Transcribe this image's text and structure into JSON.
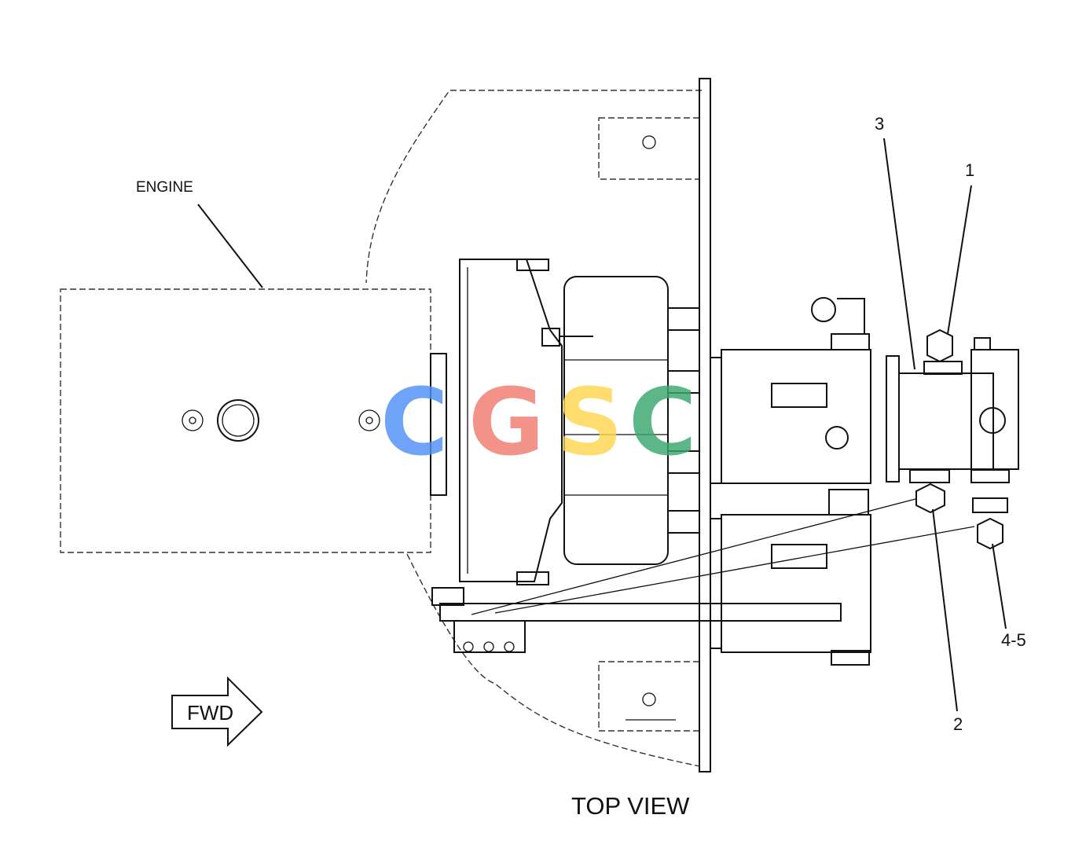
{
  "labels": {
    "engine": "ENGINE",
    "fwd": "FWD",
    "view": "TOP VIEW"
  },
  "callouts": [
    "1",
    "2",
    "3",
    "4-5"
  ],
  "watermark": {
    "letters": [
      "C",
      "G",
      "S",
      "C"
    ],
    "colors": [
      "#4f8ff7",
      "#f17b6e",
      "#ffd54f",
      "#3aa76d"
    ]
  }
}
